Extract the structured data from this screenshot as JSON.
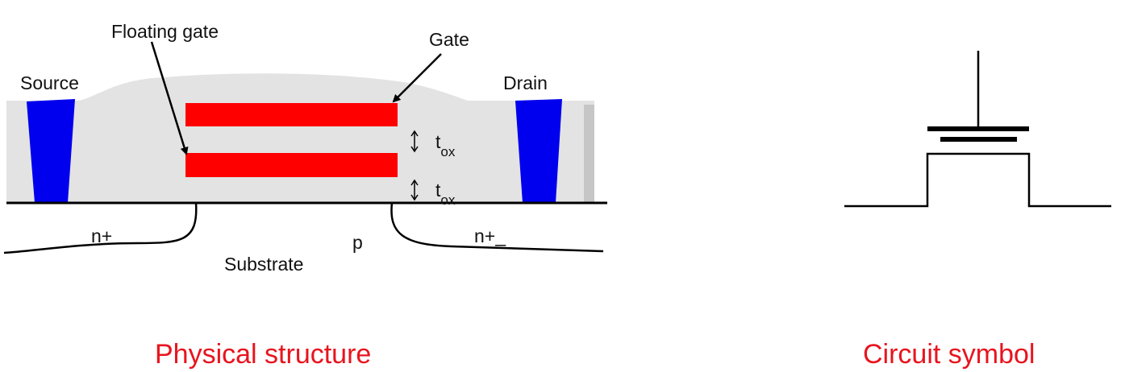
{
  "physical_structure": {
    "labels": {
      "floating_gate": "Floating gate",
      "gate": "Gate",
      "source": "Source",
      "drain": "Drain",
      "t": "t",
      "ox": "ox",
      "n_plus_left": "n+",
      "n_plus_right": "n+_",
      "p": "p",
      "substrate": "Substrate"
    },
    "caption": "Physical structure"
  },
  "circuit_symbol": {
    "caption": "Circuit symbol"
  },
  "colors": {
    "oxide": "#e3e3e3",
    "gate_plates": "#ff0000",
    "contacts": "#0000ee",
    "caption": "#e8141e",
    "lines": "#000000"
  }
}
